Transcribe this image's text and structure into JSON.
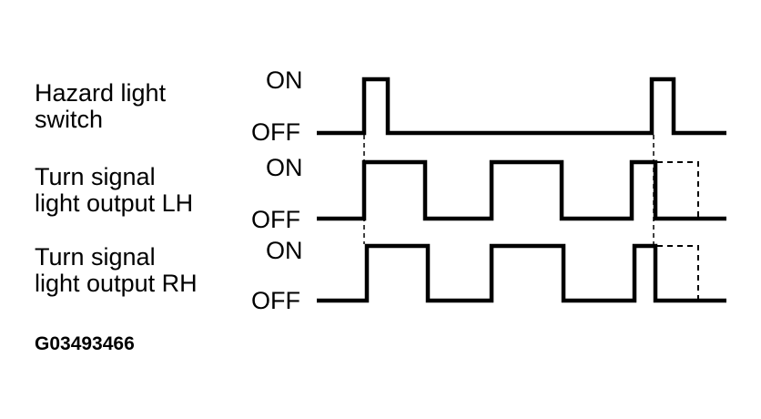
{
  "signals": [
    {
      "label_lines": [
        "Hazard light",
        "switch"
      ],
      "state_on": "ON",
      "state_off": "OFF"
    },
    {
      "label_lines": [
        "Turn signal",
        "light output LH"
      ],
      "state_on": "ON",
      "state_off": "OFF"
    },
    {
      "label_lines": [
        "Turn signal",
        "light output RH"
      ],
      "state_on": "ON",
      "state_off": "OFF"
    }
  ],
  "figure_code": "G03493466",
  "colors": {
    "line": "#000000",
    "background": "#ffffff"
  }
}
